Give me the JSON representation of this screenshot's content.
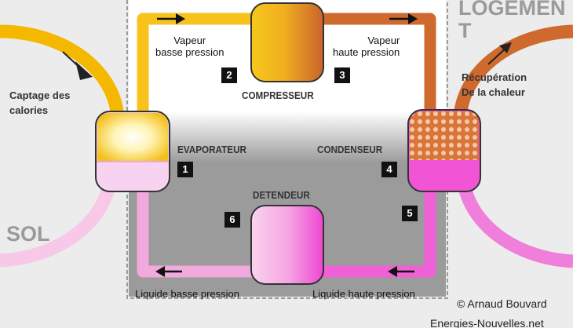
{
  "zones": {
    "ground_label": "SOL",
    "housing_label": "LOGEMEN\nT"
  },
  "side_labels": {
    "capture": "Captage des\ncalories",
    "recovery": "Récupération\nDe la chaleur"
  },
  "components": {
    "compressor": "COMPRESSEUR",
    "evaporator": "EVAPORATEUR",
    "condenser": "CONDENSEUR",
    "expansion_valve": "DETENDEUR"
  },
  "states": {
    "low_pressure_vapor": "Vapeur\nbasse pression",
    "high_pressure_vapor": "Vapeur\nhaute pression",
    "low_pressure_liquid": "Liquide basse pression",
    "high_pressure_liquid": "Liquide haute pression"
  },
  "steps": [
    "1",
    "2",
    "3",
    "4",
    "5",
    "6"
  ],
  "credits": {
    "author": "© Arnaud Bouvard",
    "site": "Energies-Nouvelles.net"
  },
  "colors": {
    "vapor_low": "#f8c21d",
    "vapor_high": "#cf6a2e",
    "liquid_low": "#f2a9dd",
    "liquid_high": "#f061d6",
    "ground_loop_warm": "#f5b800",
    "ground_loop_cold": "#f7c8e8",
    "house_loop_hot": "#cf6a2e",
    "house_loop_cool": "#f07fdc"
  }
}
